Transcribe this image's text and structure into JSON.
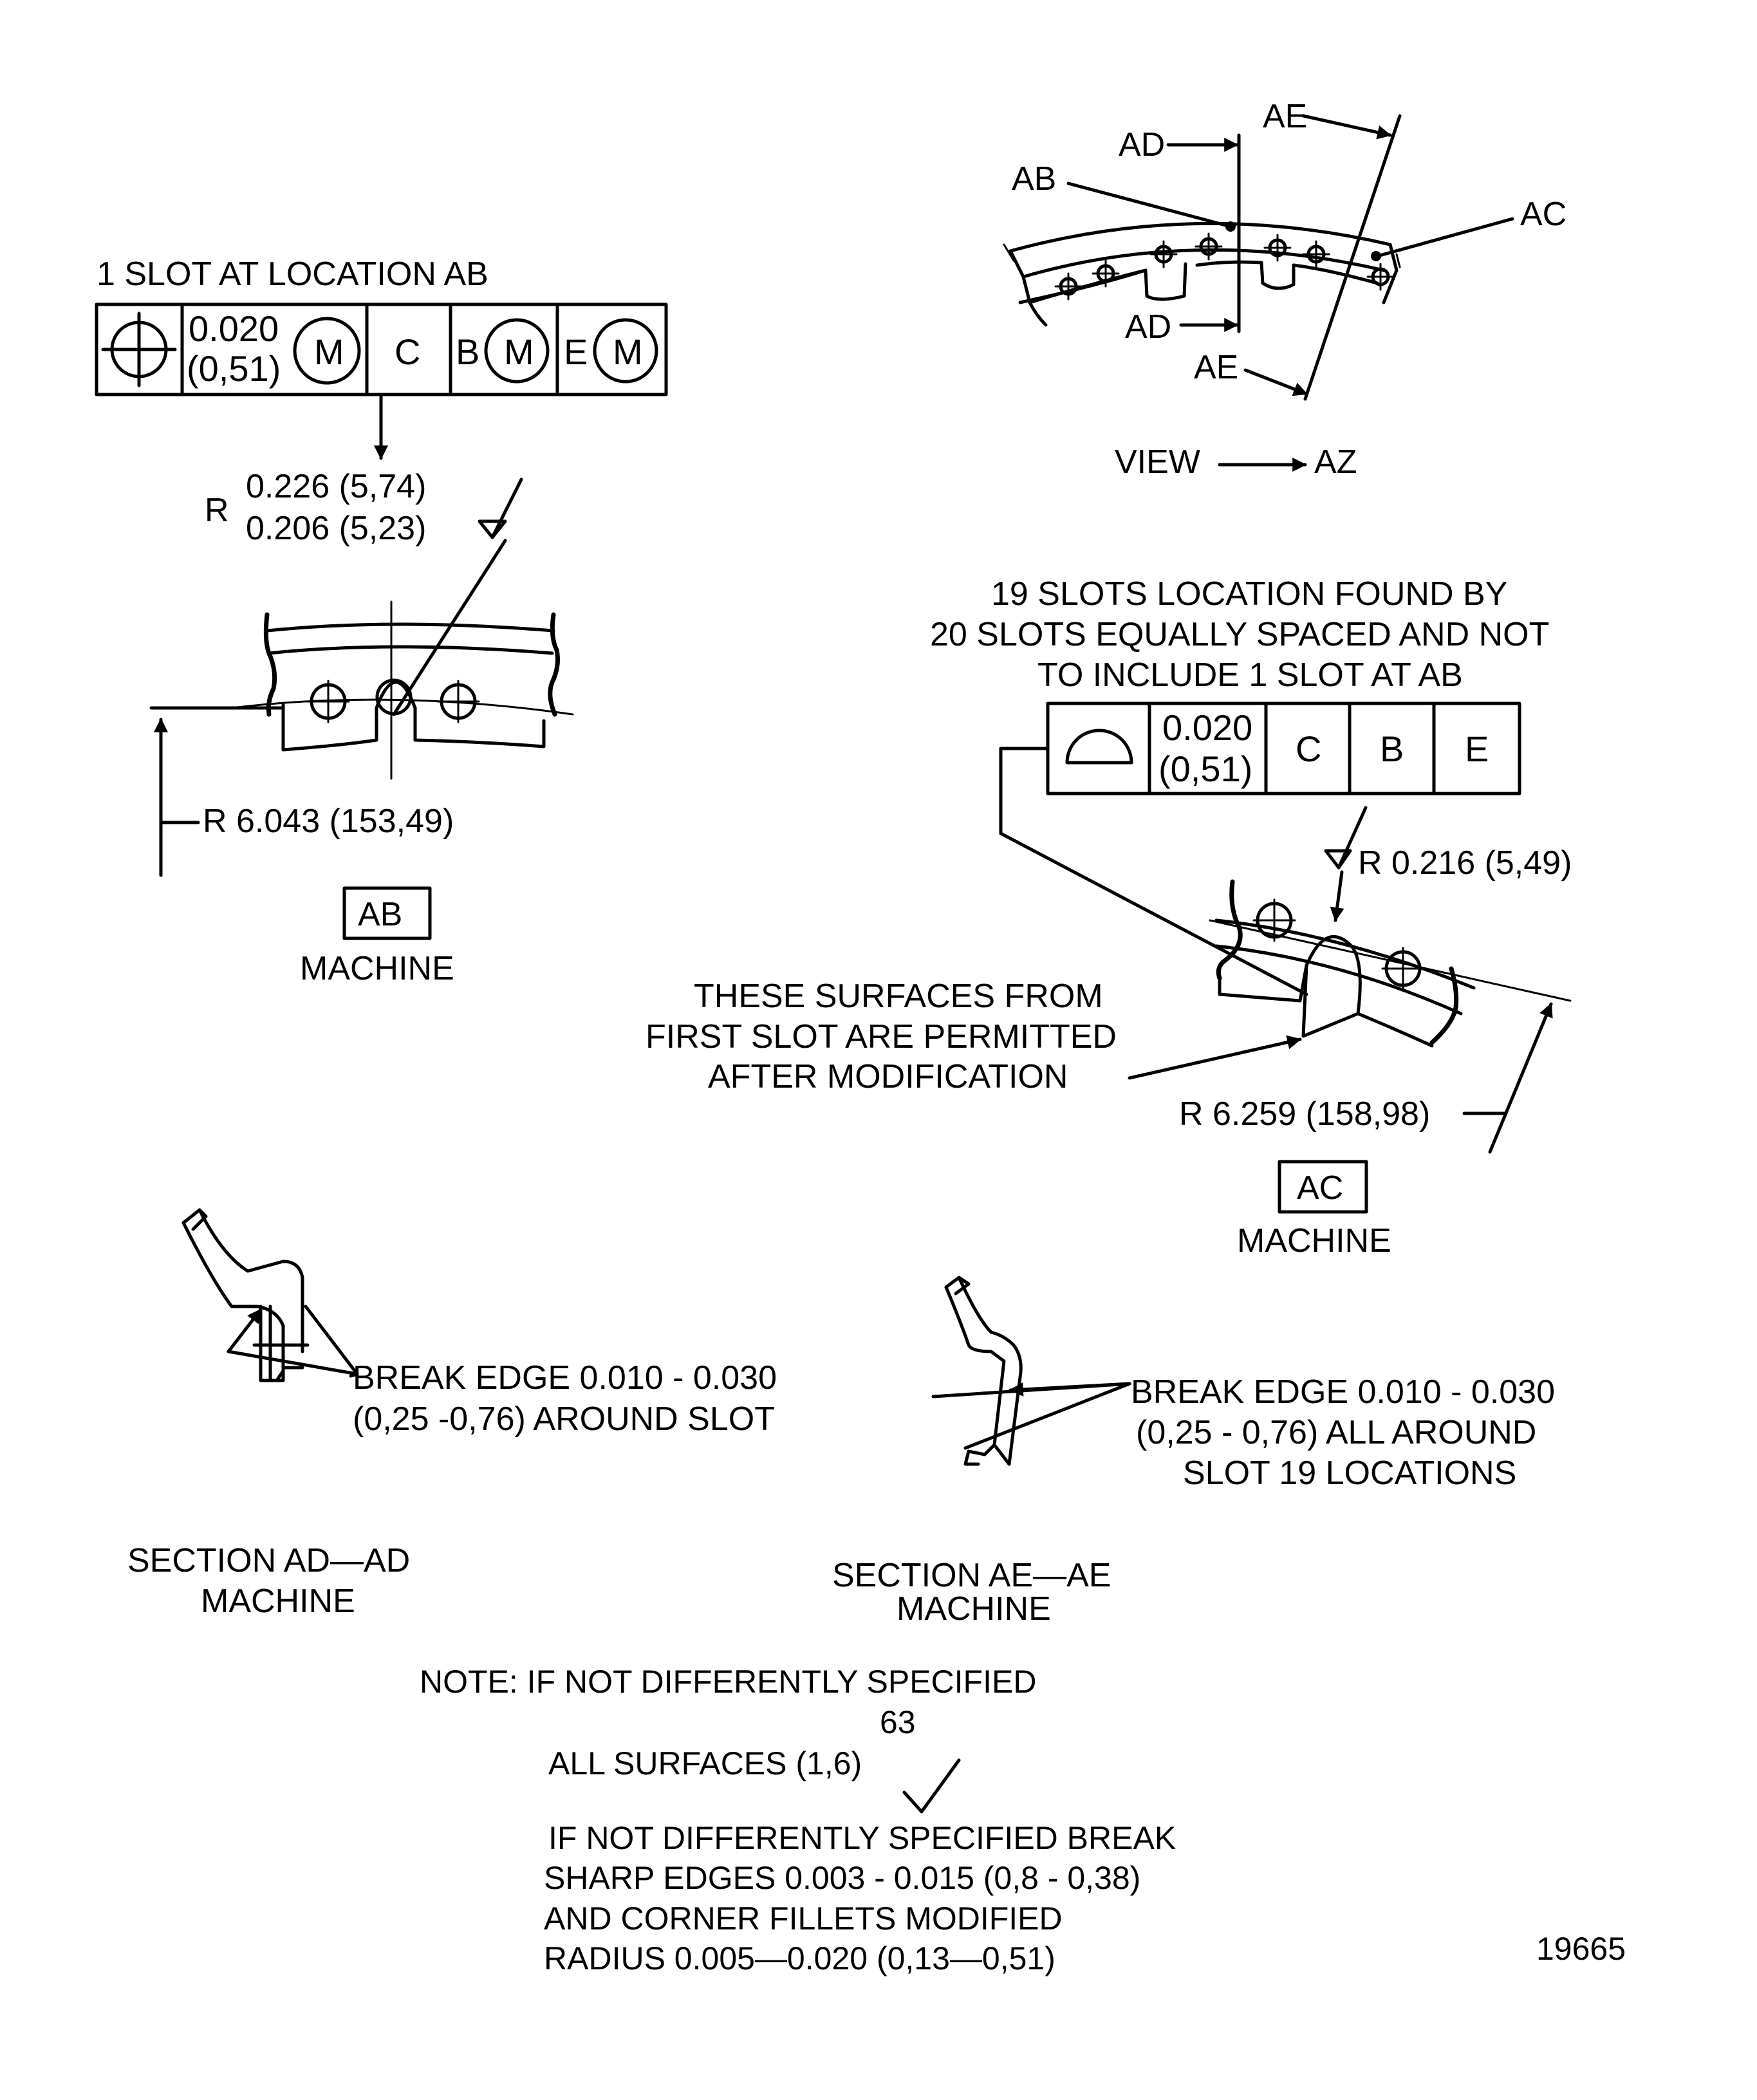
{
  "view_az": {
    "labels": {
      "ad": "AD",
      "ae": "AE",
      "ab": "AB",
      "ac": "AC"
    },
    "title_left": "VIEW",
    "title_right": "AZ"
  },
  "ab_detail": {
    "callout": "1 SLOT AT LOCATION AB",
    "fcf": {
      "tol_in": "0.020",
      "tol_mm": "(0,51)",
      "modifier": "M",
      "datum1": "C",
      "datum2": "B",
      "datum2_mod": "M",
      "datum3": "E",
      "datum3_mod": "M"
    },
    "radius_prefix": "R",
    "radius_upper": "0.226 (5,74)",
    "radius_lower": "0.206 (5,23)",
    "outer_radius": "R 6.043 (153,49)",
    "detail_label": "AB",
    "detail_sub": "MACHINE"
  },
  "ac_detail": {
    "callout_lines": [
      "19 SLOTS LOCATION FOUND BY",
      "20 SLOTS EQUALLY SPACED AND NOT",
      "TO INCLUDE 1 SLOT AT AB"
    ],
    "fcf": {
      "tol_in": "0.020",
      "tol_mm": "(0,51)",
      "datum1": "C",
      "datum2": "B",
      "datum3": "E"
    },
    "radius": "R  0.216  (5,49)",
    "note_lines": [
      "THESE SURFACES FROM",
      "FIRST SLOT ARE PERMITTED",
      "AFTER MODIFICATION"
    ],
    "outer_radius": "R 6.259 (158,98)",
    "detail_label": "AC",
    "detail_sub": "MACHINE"
  },
  "section_ad": {
    "note_lines": [
      "BREAK EDGE 0.010 - 0.030",
      "(0,25 -0,76) AROUND SLOT"
    ],
    "title_lines": [
      "SECTION AD—AD",
      "MACHINE"
    ]
  },
  "section_ae": {
    "note_lines": [
      "BREAK EDGE 0.010 - 0.030",
      "(0,25 - 0,76) ALL AROUND",
      "SLOT 19 LOCATIONS"
    ],
    "title_lines": [
      "SECTION AE—AE",
      "MACHINE"
    ]
  },
  "general_note": {
    "line1": "NOTE: IF NOT DIFFERENTLY SPECIFIED",
    "finish_value": "63",
    "line2": "ALL SURFACES   (1,6)",
    "lines": [
      "IF NOT DIFFERENTLY SPECIFIED BREAK",
      "SHARP EDGES 0.003 - 0.015 (0,8 - 0,38)",
      "AND CORNER FILLETS MODIFIED",
      "RADIUS 0.005—0.020 (0,13—0,51)"
    ]
  },
  "drawing_number": "19665"
}
